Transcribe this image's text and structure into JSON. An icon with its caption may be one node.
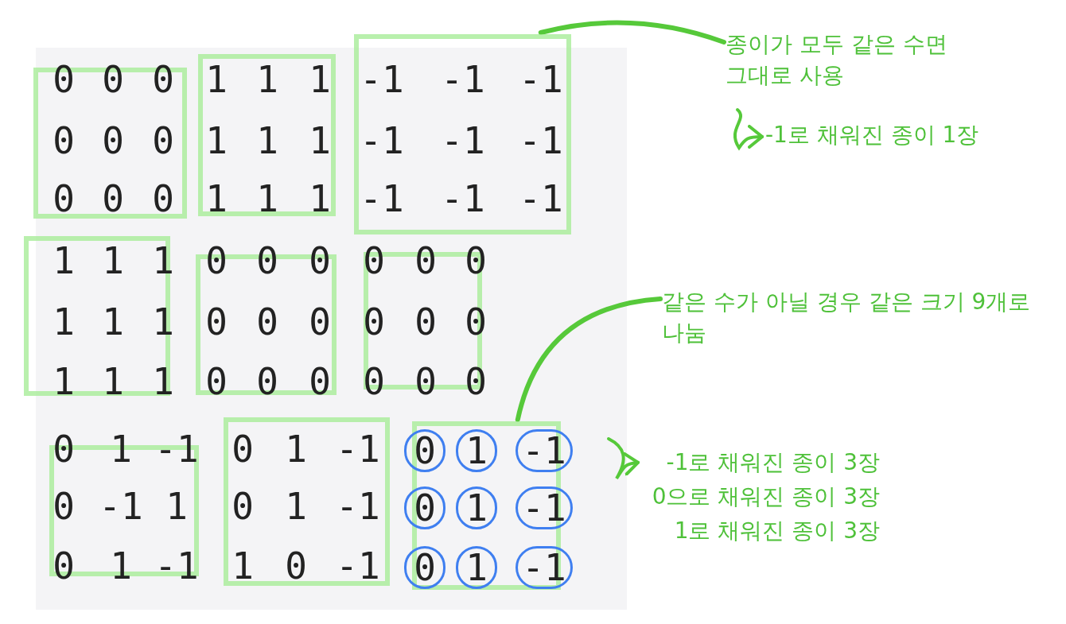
{
  "diagram": {
    "nodes": [
      {
        "text": [
          "0",
          "0",
          "0",
          "0",
          "0",
          "0",
          "0",
          "0",
          "0"
        ]
      },
      {
        "text": [
          "1",
          "1",
          "1",
          "1",
          "1",
          "1",
          "1",
          "1",
          "1"
        ]
      },
      {
        "text": [
          "-1",
          "-1",
          "-1",
          "-1",
          "-1",
          "-1",
          "-1",
          "-1",
          "-1"
        ]
      },
      {
        "text": [
          "1",
          "1",
          "1",
          "1",
          "1",
          "1",
          "1",
          "1",
          "1"
        ]
      },
      {
        "text": [
          "0",
          "0",
          "0",
          "0",
          "0",
          "0",
          "0",
          "0",
          "0"
        ]
      },
      {
        "text": [
          "0",
          "0",
          "0",
          "0",
          "0",
          "0",
          "0",
          "0",
          "0"
        ]
      },
      {
        "text": [
          "0",
          "1",
          "-1",
          "0",
          "-1",
          "1",
          "0",
          "1",
          "-1"
        ]
      },
      {
        "text": [
          "0",
          "1",
          "-1",
          "0",
          "1",
          "-1",
          "1",
          "0",
          "-1"
        ]
      },
      {
        "text": [],
        "shape": "box"
      },
      {
        "text": [
          "0"
        ],
        "in": 8
      },
      {
        "text": [
          "1"
        ],
        "in": 8
      },
      {
        "text": [
          "-1"
        ],
        "in": 8
      },
      {
        "text": [
          "0"
        ],
        "in": 8
      },
      {
        "text": [
          "1"
        ],
        "in": 8
      },
      {
        "text": [
          "-1"
        ],
        "in": 8
      },
      {
        "text": [
          "0"
        ],
        "in": 8
      },
      {
        "text": [
          "1"
        ],
        "in": 8
      },
      {
        "text": [
          "-1"
        ],
        "in": 8
      },
      {
        "text": [
          "종이가 모두 같은 수면 그대로 사용"
        ]
      },
      {
        "text": [
          "-1로 채워진 종이 1장"
        ]
      },
      {
        "text": [
          "같은 수가 아닐 경우 같은 크기 9개로 나눔"
        ]
      },
      {
        "text": [
          "-1로 채워진 종이 3장",
          "0으로 채워진 종이 3장",
          "1로 채워진 종이 3장"
        ]
      }
    ],
    "edges": [
      {
        "from": 18,
        "to": 2,
        "arrow": "none"
      },
      {
        "from": 18,
        "to": 19,
        "arrow": "to"
      },
      {
        "from": 20,
        "to": 8,
        "arrow": "none"
      },
      {
        "from": null,
        "to": 21,
        "arrow": "to"
      }
    ]
  }
}
